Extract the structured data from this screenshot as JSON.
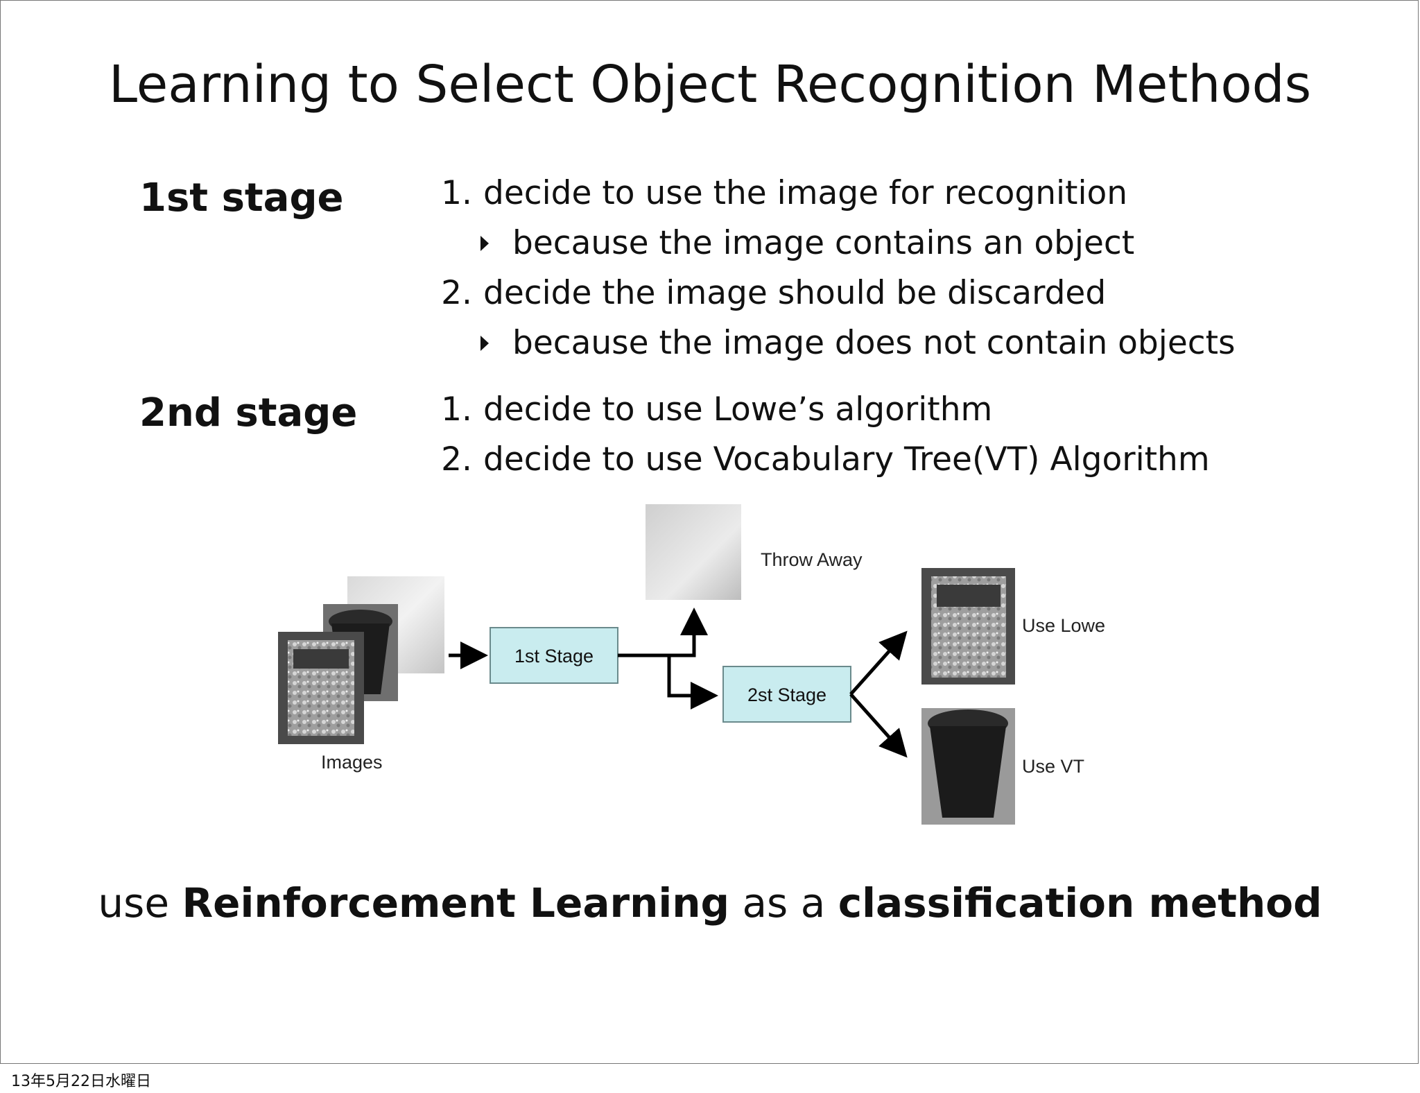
{
  "slide": {
    "title": "Learning to Select Object Recognition Methods",
    "stage1": {
      "label": "1st stage",
      "items": [
        {
          "num": "1.",
          "text": "decide to use the image for recognition",
          "sub": "because the image contains an object"
        },
        {
          "num": "2.",
          "text": "decide the image should be discarded",
          "sub": "because the image does not contain objects"
        }
      ]
    },
    "stage2": {
      "label": "2nd stage",
      "items": [
        {
          "num": "1.",
          "text": "decide to use Lowe’s algorithm"
        },
        {
          "num": "2.",
          "text": "decide to use Vocabulary Tree(VT) Algorithm"
        }
      ]
    },
    "diagram": {
      "images_label": "Images",
      "stage1_box": "1st Stage",
      "stage2_box": "2st Stage",
      "throw_away": "Throw Away",
      "use_lowe": "Use Lowe",
      "use_vt": "Use VT",
      "box_color": "#c9ecef"
    },
    "conclusion": {
      "pre": "use",
      "bold1": "Reinforcement Learning",
      "mid": "as a",
      "bold2": "classification method"
    }
  },
  "footer": {
    "date": "13年5月22日水曜日"
  }
}
